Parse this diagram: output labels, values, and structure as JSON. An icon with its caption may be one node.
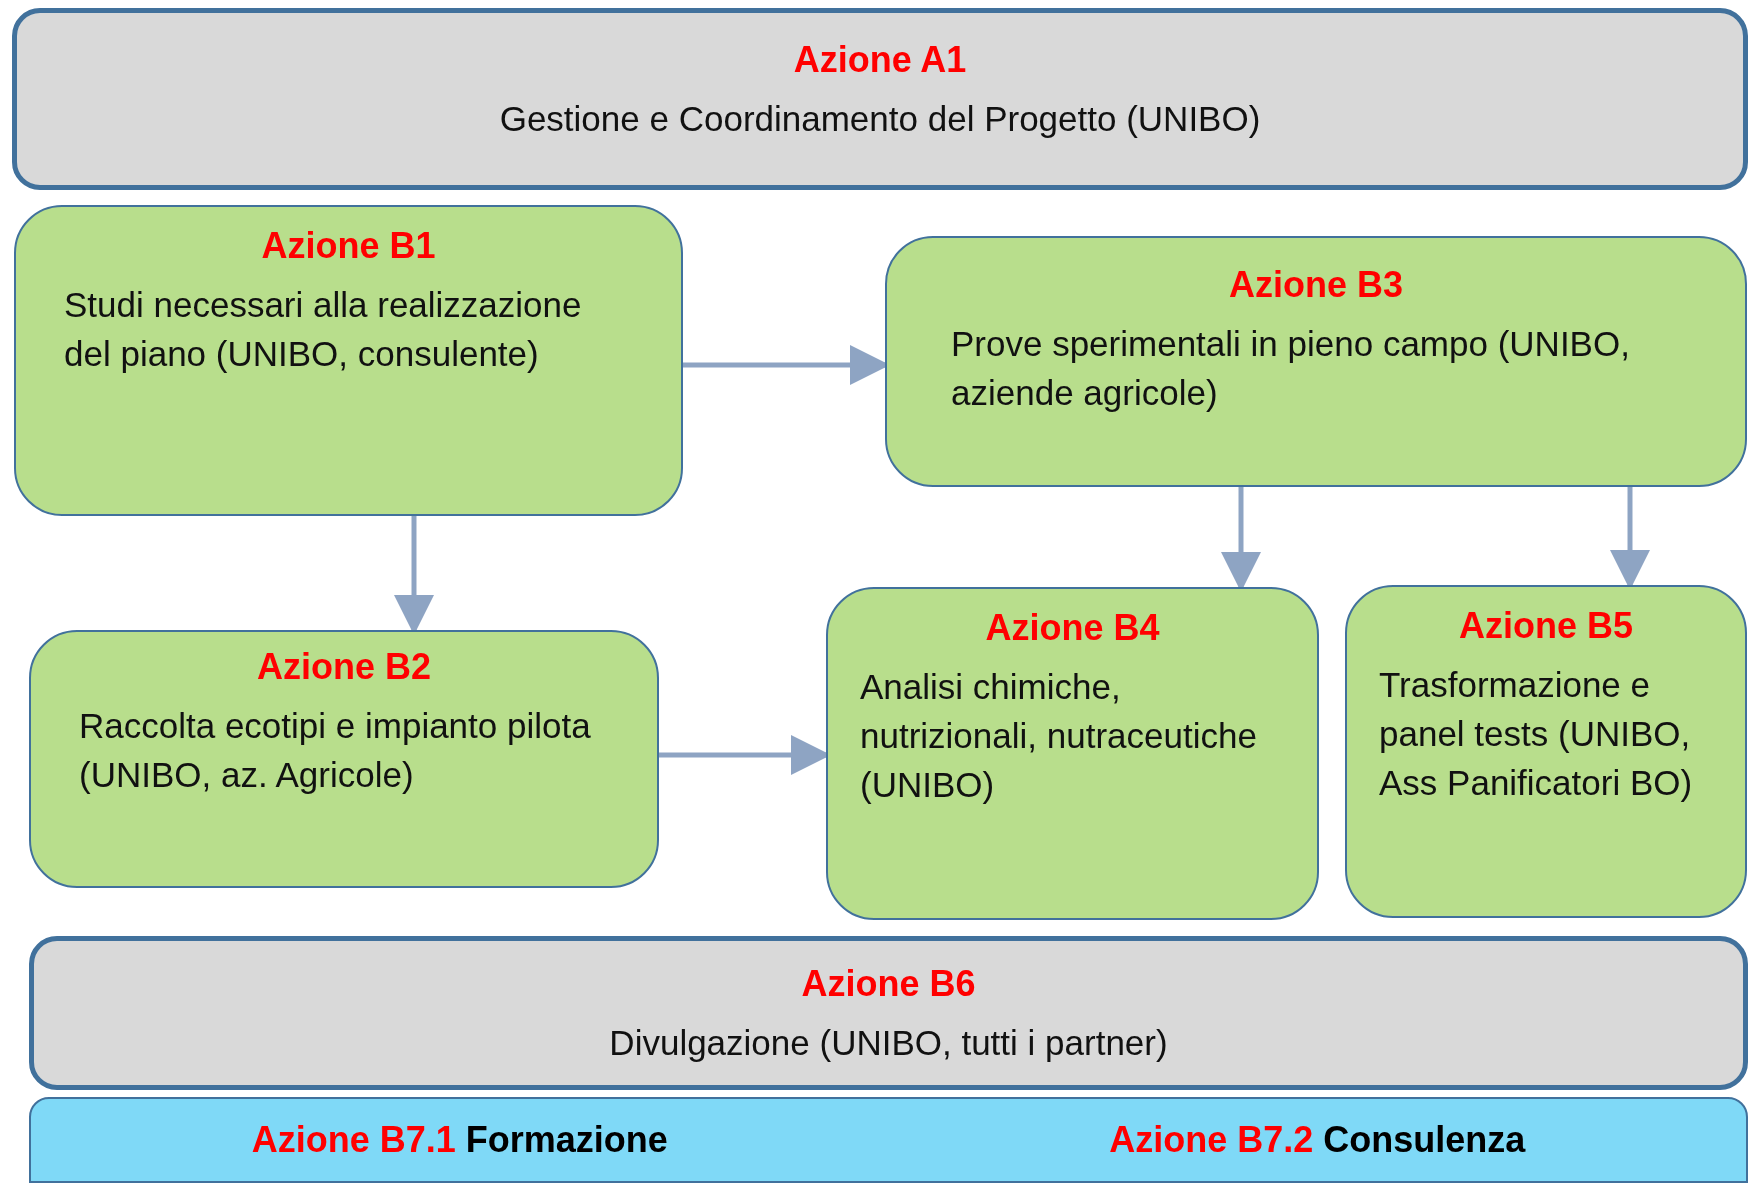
{
  "diagram": {
    "nodes": [
      {
        "text": [
          "Azione A1",
          "Gestione e Coordinamento del Progetto (UNIBO)"
        ]
      },
      {
        "text": [
          "Azione B1",
          "Studi necessari alla realizzazione del piano (UNIBO, consulente)"
        ]
      },
      {
        "text": [
          "Azione B3",
          "Prove sperimentali in pieno campo (UNIBO, aziende agricole)"
        ]
      },
      {
        "text": [
          "Azione B2",
          "Raccolta ecotipi e impianto pilota (UNIBO, az. Agricole)"
        ]
      },
      {
        "text": [
          "Azione B4",
          "Analisi chimiche, nutrizionali, nutraceutiche (UNIBO)"
        ]
      },
      {
        "text": [
          "Azione B5",
          "Trasformazione e panel tests (UNIBO, Ass Panificatori BO)"
        ]
      },
      {
        "text": [
          "Azione B6",
          "Divulgazione (UNIBO, tutti i partner)"
        ]
      },
      {
        "text": [
          "Azione B7.1",
          "Formazione",
          "Azione B7.2",
          "Consulenza"
        ]
      }
    ],
    "edges": [
      {
        "from": 1,
        "to": 2,
        "arrow": "to"
      },
      {
        "from": 1,
        "to": 3,
        "arrow": "to"
      },
      {
        "from": 3,
        "to": 4,
        "arrow": "to"
      },
      {
        "from": 2,
        "to": 4,
        "arrow": "to"
      },
      {
        "from": 2,
        "to": 5,
        "arrow": "to"
      }
    ]
  }
}
